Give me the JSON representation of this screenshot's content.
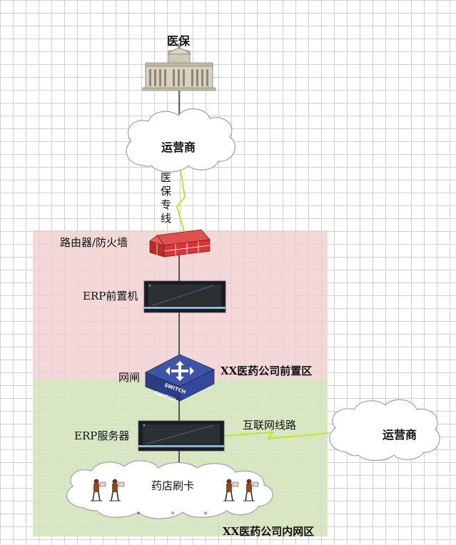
{
  "zones": {
    "front_label": "XX医药公司前置区",
    "inner_label": "XX医药公司内网区"
  },
  "nodes": {
    "medical_insurance": "医保",
    "carrier_top": "运营商",
    "dedicated_line": "医保专线",
    "router_firewall": "路由器/防火墙",
    "erp_front": "ERP前置机",
    "gatekeeper": "网闸",
    "erp_server": "ERP服务器",
    "internet_line": "互联网线路",
    "carrier_right": "运营商",
    "pharmacy_card": "药店刷卡",
    "switch_text": "SWITCH"
  },
  "dots": [
    "。",
    "。",
    "。"
  ]
}
